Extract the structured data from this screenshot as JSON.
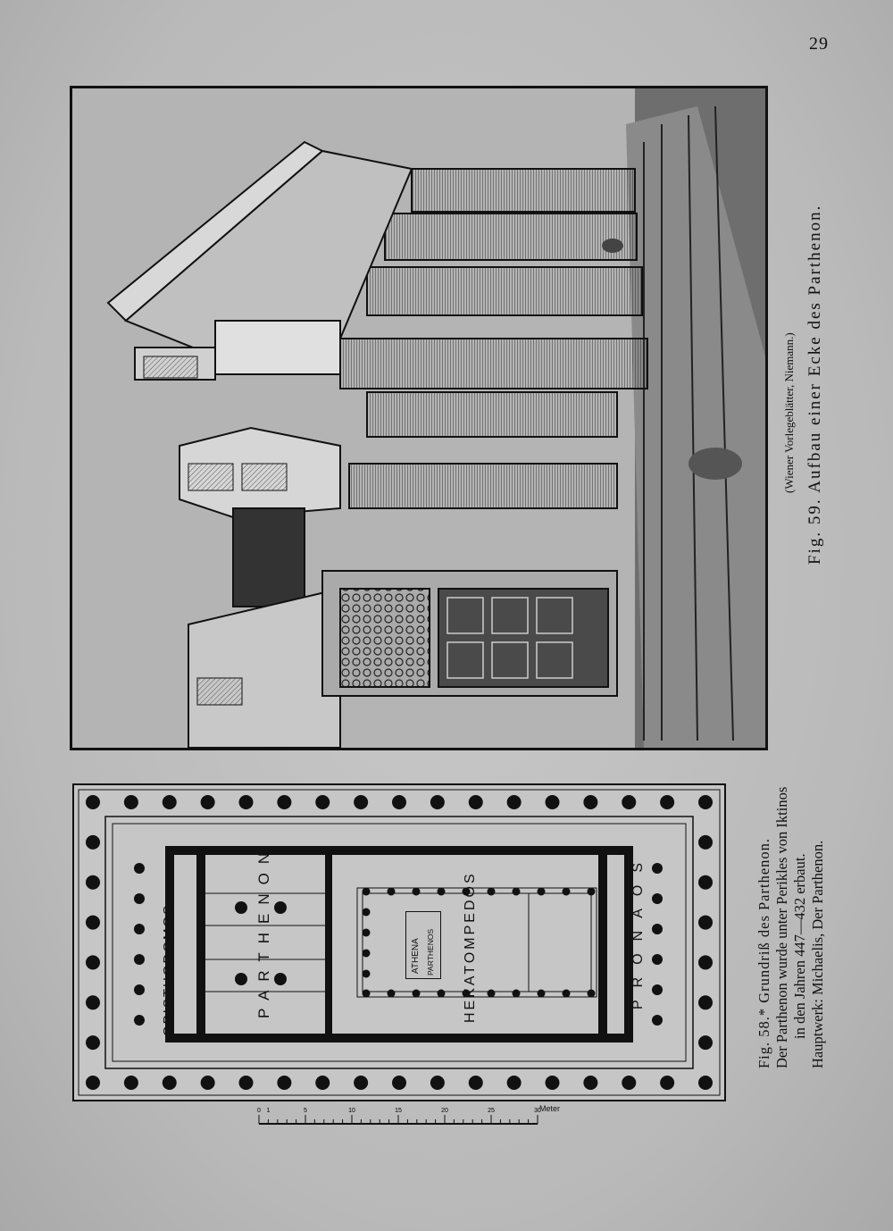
{
  "page": {
    "number": "29"
  },
  "figure59": {
    "caption": "Fig. 59.  Aufbau einer Ecke des Parthenon.",
    "source": "(Wiener Vorlegeblätter, Niemann.)"
  },
  "figure58": {
    "caption_line1": "Fig. 58.* Grundriß des Parthenon.",
    "caption_line2": "Der Parthenon wurde unter Perikles von Iktinos",
    "caption_line3": "in den Jahren 447—432 erbaut.",
    "caption_line4": "Hauptwerk: Michaelis, Der Parthenon.",
    "labels": {
      "opisthodomos": "OPISTHODOMOS",
      "parthenon": "PARTHENON",
      "hekatompedos": "HEKATOMPEDOS",
      "pronaos": "PRONAOS",
      "athena_line1": "ATHENA",
      "athena_line2": "PARTHENOS"
    },
    "scale": {
      "unit_label": "Meter",
      "ticks": [
        "0",
        "1",
        "5",
        "10",
        "15",
        "20",
        "25",
        "30"
      ]
    }
  }
}
